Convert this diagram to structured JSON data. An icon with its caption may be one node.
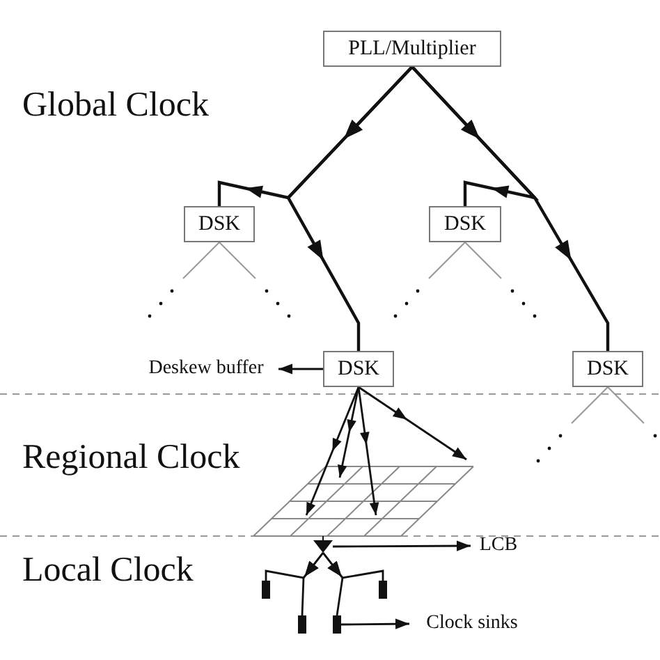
{
  "diagram": {
    "nodes": [
      {
        "text": [
          "PLL/Multiplier"
        ]
      },
      {
        "text": [
          "DSK"
        ]
      },
      {
        "text": [
          "DSK"
        ]
      },
      {
        "text": [
          "Deskew buffer"
        ]
      },
      {
        "text": [
          "DSK"
        ]
      },
      {
        "text": [
          "DSK"
        ]
      },
      {
        "text": [],
        "shape": "triangle"
      },
      {
        "text": [
          "LCB"
        ]
      },
      {
        "text": [],
        "shape": "bar"
      },
      {
        "text": [],
        "shape": "bar"
      },
      {
        "text": [],
        "shape": "bar"
      },
      {
        "text": [],
        "shape": "bar"
      },
      {
        "text": [
          "Clock sinks"
        ]
      }
    ],
    "edges": [
      {
        "from": 0,
        "to": 1,
        "arrow": "to"
      },
      {
        "from": 0,
        "to": 4,
        "arrow": "to"
      },
      {
        "from": 0,
        "to": 2,
        "arrow": "to"
      },
      {
        "from": 0,
        "to": 5,
        "arrow": "to"
      },
      {
        "from": 4,
        "to": 3,
        "arrow": "to"
      },
      {
        "from": 4,
        "to": null,
        "arrow": "to"
      },
      {
        "from": 4,
        "to": null,
        "arrow": "to"
      },
      {
        "from": 4,
        "to": null,
        "arrow": "to"
      },
      {
        "from": 4,
        "to": null,
        "arrow": "to"
      },
      {
        "from": 6,
        "to": 7,
        "arrow": "to"
      },
      {
        "from": 6,
        "to": 8,
        "arrow": "to"
      },
      {
        "from": 6,
        "to": 10,
        "arrow": "to"
      },
      {
        "from": 6,
        "to": 9,
        "arrow": "to"
      },
      {
        "from": 6,
        "to": 11,
        "arrow": "to"
      },
      {
        "from": 11,
        "to": 12,
        "arrow": "to"
      }
    ],
    "labels": [
      "Global Clock",
      "Regional Clock",
      "Local Clock"
    ]
  }
}
